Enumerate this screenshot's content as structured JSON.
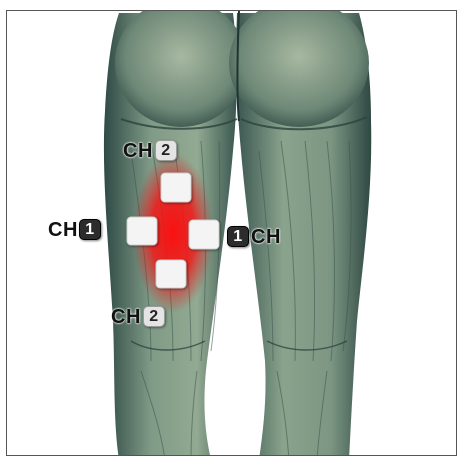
{
  "labels": {
    "top": {
      "ch": "CH",
      "num": "2"
    },
    "left": {
      "ch": "CH",
      "num": "1"
    },
    "right": {
      "ch": "CH",
      "num": "1"
    },
    "bottom": {
      "ch": "CH",
      "num": "2"
    }
  },
  "colors": {
    "skin": "#6f8a7a",
    "heat": "#ff1a1a",
    "pad": "#f4f4f4",
    "frame_border": "#555555"
  }
}
